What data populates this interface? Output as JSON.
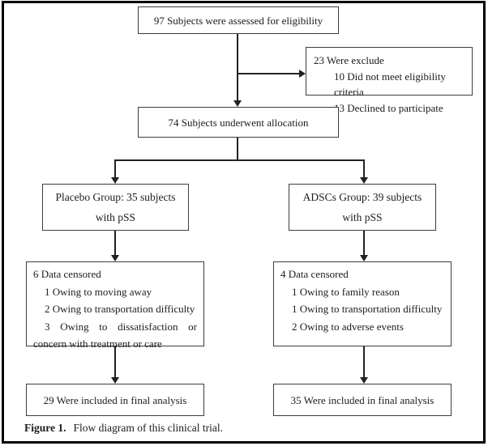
{
  "colors": {
    "background": "#ffffff",
    "frame": "#000000",
    "box_border": "#3d3d3d",
    "text": "#1c1c1c",
    "line": "#222222"
  },
  "boxes": {
    "eligibility": {
      "text": "97 Subjects were assessed for eligibility"
    },
    "excluded": {
      "line1": "23 Were exclude",
      "line2": "10 Did not meet eligibility criteria",
      "line3": "13 Declined to participate"
    },
    "allocation": {
      "text": "74 Subjects underwent allocation"
    },
    "placebo_group": {
      "line1": "Placebo Group: 35 subjects",
      "line2": "with pSS"
    },
    "adscs_group": {
      "line1": "ADSCs Group: 39 subjects",
      "line2": "with pSS"
    },
    "placebo_censored": {
      "line1": "6 Data censored",
      "line2": "1 Owing to moving away",
      "line3": "2 Owing to transportation difficulty",
      "line4": "3 Owing to dissatisfaction or concern with treatment or care"
    },
    "adscs_censored": {
      "line1": "4 Data censored",
      "line2": "1 Owing to family reason",
      "line3": "1 Owing to transportation difficulty",
      "line4": "2 Owing to adverse events"
    },
    "placebo_final": {
      "text": "29 Were included in final analysis"
    },
    "adscs_final": {
      "text": "35 Were included in final analysis"
    }
  },
  "caption": {
    "label": "Figure 1.",
    "text": "Flow diagram of this clinical trial."
  }
}
